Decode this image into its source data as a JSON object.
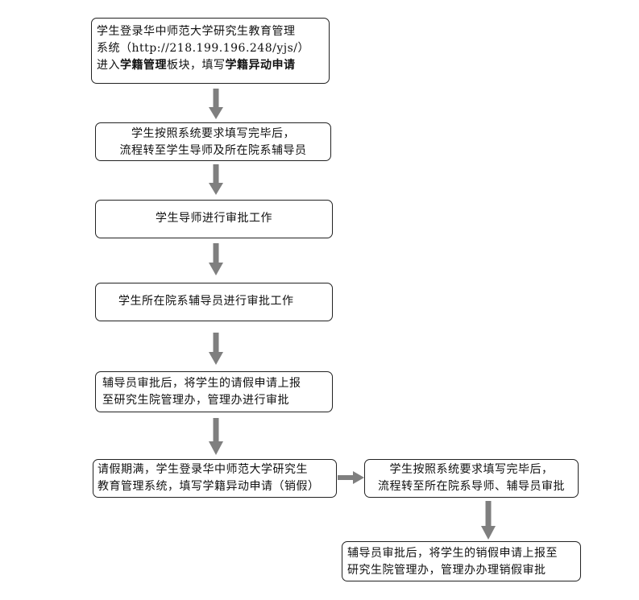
{
  "steps": {
    "login": {
      "line1": "学生登录华中师范大学研究生教育管理",
      "line2": "系统（http://218.199.196.248/yjs/）",
      "line3_pre": "进入",
      "line3_bold1": "学籍管理",
      "line3_mid": "板块，填写",
      "line3_bold2": "学籍异动申请"
    },
    "fill_form": {
      "line1": "学生按照系统要求填写完毕后，",
      "line2": "流程转至学生导师及所在院系辅导员"
    },
    "advisor_approval": {
      "line1": "学生导师进行审批工作"
    },
    "counselor_approval": {
      "line1": "学生所在院系辅导员进行审批工作"
    },
    "report_graduate_school": {
      "line1": "辅导员审批后，将学生的请假申请上报",
      "line2": "至研究生院管理办，管理办进行审批"
    },
    "leave_expires": {
      "line1": "请假期满，学生登录华中师范大学研究生",
      "line2": "教育管理系统，填写学籍异动申请（销假）"
    },
    "fill_cancel_form": {
      "line1": "学生按照系统要求填写完毕后，",
      "line2": "流程转至所在院系导师、辅导员审批"
    },
    "cancel_approval": {
      "line1": "辅导员审批后，将学生的销假申请上报至",
      "line2": "研究生院管理办，管理办办理销假审批"
    }
  },
  "colors": {
    "arrow": "#7f7f7f",
    "border": "#222222"
  }
}
